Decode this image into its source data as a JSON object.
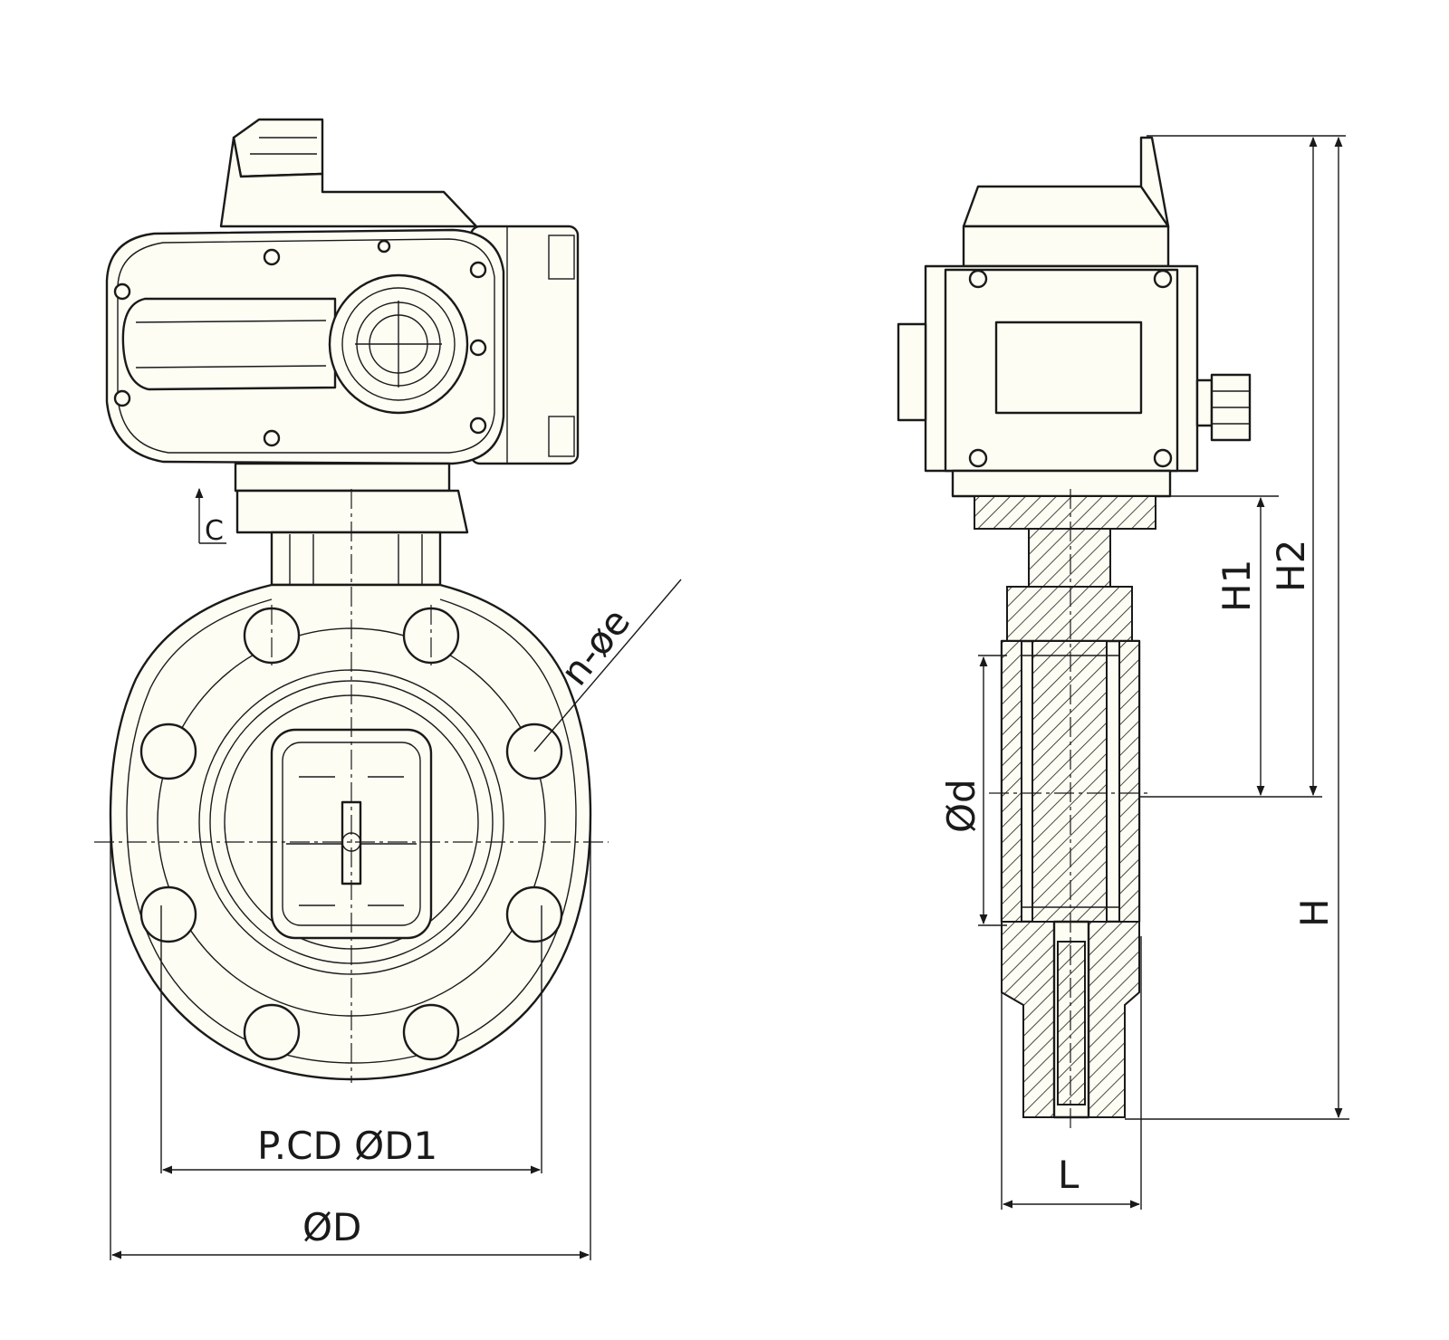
{
  "labels": {
    "pcd": "P.CD ØD1",
    "od": "ØD",
    "holes": "n-øe",
    "c": "C",
    "d": "Ød",
    "l": "L",
    "h": "H",
    "h1": "H1",
    "h2": "H2"
  },
  "colors": {
    "body_fill": "#fdfdf3",
    "line": "#1a1a1a",
    "background": "#ffffff"
  }
}
